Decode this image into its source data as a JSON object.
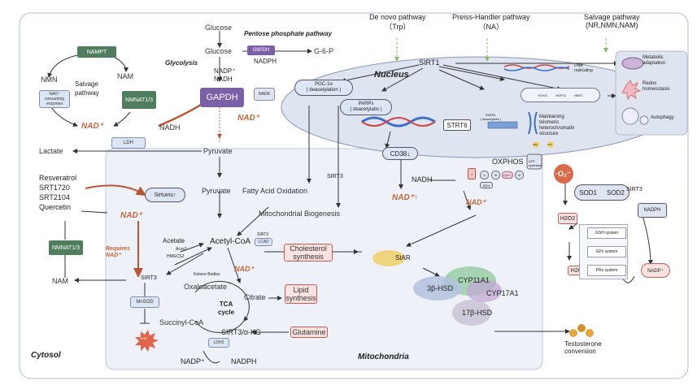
{
  "pathways": {
    "ppp_title": "Pentose phosphate pathway",
    "glycolysis_title": "Glycolysis",
    "nucleus_title": "Nucleus",
    "mitochondria_title": "Mitochondria",
    "cytosol_title": "Cytosol",
    "salvage_pathway_label": "Salvage\npathway",
    "denovo": "De novo pathway\n（Trp）",
    "preiss": "Preiss-Handler pathway\n（NA）",
    "salvage_top": "Salvage pathway\n(NR,NMN,NAM)",
    "tca": "TCA\ncycle"
  },
  "metabolites": {
    "glucose_top": "Glucose",
    "glucose": "Glucose",
    "g6p": "G-6-P",
    "nadph_ppp": "NADPH",
    "nadp_nadh": "NADP⁺\nNADH",
    "nmn": "NMN",
    "nam_salvage": "NAM",
    "nadh_cyt": "NADH",
    "lactate": "Lactate",
    "pyruvate_cyt": "Pyruvate",
    "pyruvate_mito": "Pyruvate",
    "fao": "Fatty Acid Oxidation",
    "acetate": "Acetate",
    "acetylcoa": "Acetyl-CoA",
    "oxaloacetate": "Oxaloacetate",
    "citrate": "Citrate",
    "succinyl": "Succinyl-CoA",
    "akg": "α-KG",
    "nadp_bottom": "NADP⁺",
    "nadph_bottom": "NADPH",
    "nam_left": "NAM",
    "nadh_oxphos": "NADH",
    "h2o2": "H2O2",
    "h2o": "H2O",
    "superoxide": "·O₂⁻",
    "testosterone": "Testosterone\nconversion"
  },
  "enzymes": {
    "nampt": "NAMPT",
    "nmnat_top": "NMNAT1/3",
    "nmnat_left": "NMNAT1/3",
    "nad_consuming": "NAD⁺\nconsuming\nenzymes",
    "g6pdh": "G6PDH",
    "gapdh": "GAPDH",
    "nadk": "NADK",
    "ldh": "LDH",
    "sirt1": "SIRT1",
    "pgc": "PGC-1α\n( deacetylation )",
    "parps": "PARPs\n( deacetylatio )",
    "strt6": "STRT6",
    "parps_small": "PARPs\n( deacetylatio )",
    "cd38": "CD38↓",
    "sirtuins": "Sirtuins↑",
    "sirt3_acs": "SIRT3",
    "sirt3_lcad": "SIRT3",
    "lcad": "LCAD",
    "acss2": "Acss2",
    "hmgcs2": "HMGCS2",
    "ketone": "Ketone Bodies",
    "mnsod": "MnSOD",
    "ros": "ROS",
    "sirt3_akg": "SIRT3/",
    "ldh2": "LDH2",
    "cholesterol": "Cholesterol\nsynthesis",
    "lipid": "Lipid\nsynthesis",
    "glutamine": "Glutamine",
    "star": "StAR",
    "cyp11a1": "CYP11A1",
    "cyp17a1": "CYP17A1",
    "hsd3b": "3β-HSD",
    "hsd17b": "17β-HSD",
    "sod1": "SOD1",
    "sod2": "SOD2",
    "sirt3_sod": "SIRT3",
    "nadph_right": "NADPH",
    "gsh": "GSH system",
    "gpx": "GPx system",
    "prx": "PRx system",
    "nadp_right": "NADP⁺",
    "oxphos": "OXPHOS",
    "atp_synthase": "ATP\nsynthase",
    "adp": "ADP",
    "atp": "ATP",
    "complex_i": "I",
    "complex_ii": "II",
    "complex_iii": "III",
    "cytc": "Cyt C",
    "complex_iv": "IV",
    "sdh": "SDH"
  },
  "nucleus_items": {
    "dna_replicating": "DNA\nreplicating",
    "foxo": "FOXO",
    "hsp": "HSP70",
    "hnf": "HNF2",
    "telomere": "Maintaining\ntelomeric\nheterochromatin\nstructure"
  },
  "outcomes": {
    "metabolic": "Metabolic\nadaptation",
    "redox": "Redox\nhomeostasis",
    "autophagy": "Autophagy"
  },
  "regulation": {
    "nad": "NAD⁺",
    "nad_up": "NAD⁺↑",
    "requires": "Requires\nNAD⁺",
    "sirt3_mid": "SIRT3",
    "mito_biogenesis": "Mitochondrial Biogenesis",
    "activators": [
      "Resveratrol",
      "SRT1720",
      "SRT2104",
      "Quercetin"
    ]
  }
}
